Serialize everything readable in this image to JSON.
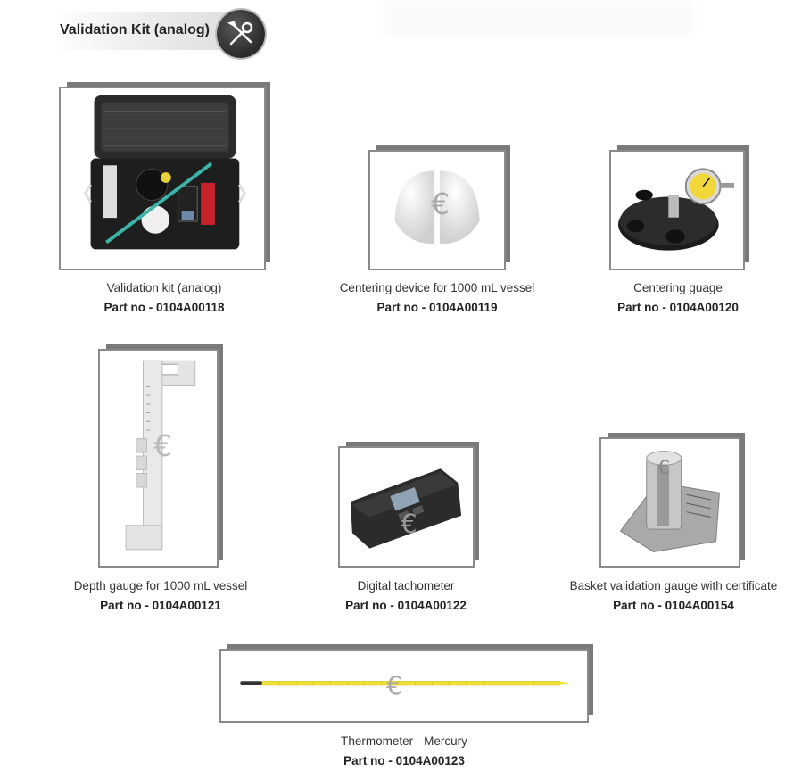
{
  "header": {
    "title": "Validation Kit (analog)",
    "icon": "tools-icon"
  },
  "products": [
    {
      "name": "Validation kit (analog)",
      "part": "Part no - 0104A00118",
      "icon": "validation-kit-case-image"
    },
    {
      "name": "Centering device for 1000 mL vessel",
      "part": "Part no - 0104A00119",
      "icon": "centering-device-image"
    },
    {
      "name": "Centering guage",
      "part": "Part no - 0104A00120",
      "icon": "centering-gauge-image"
    },
    {
      "name": "Depth gauge for 1000 mL vessel",
      "part": "Part no - 0104A00121",
      "icon": "depth-gauge-image"
    },
    {
      "name": "Digital tachometer",
      "part": "Part no - 0104A00122",
      "icon": "tachometer-image"
    },
    {
      "name": "Basket validation gauge with certificate",
      "part": "Part no - 0104A00154",
      "icon": "basket-gauge-image"
    },
    {
      "name": "Thermometer - Mercury",
      "part": "Part no - 0104A00123",
      "icon": "thermometer-image"
    }
  ]
}
